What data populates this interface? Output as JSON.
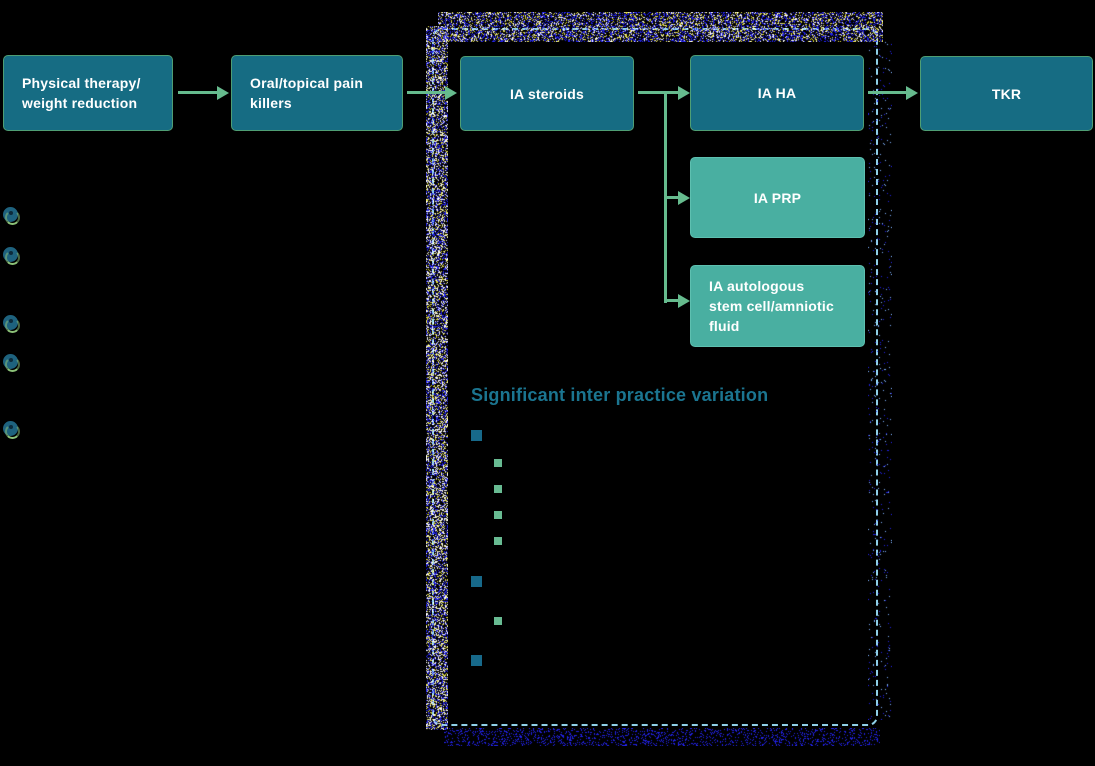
{
  "palette": {
    "background": "#000000",
    "box_dark_fill": "#166C83",
    "box_dark_border": "#4F9E74",
    "box_teal_fill": "#49AFA1",
    "box_teal_border": "#5EC0B0",
    "arrow_green": "#66BB8E",
    "panel_dashed_border": "#8FD0E8",
    "panel_title_color": "#1B7590",
    "bullet_level1_color": "#17698A",
    "bullet_level2_color": "#68BB92",
    "box_text_color": "#FFFFFF",
    "noise_blue": "#2222E8",
    "noise_white": "#FFFFFF",
    "noise_yellow": "#E3DE3C",
    "noise_lightblue": "#7FB3FF"
  },
  "flowchart": {
    "boxes": [
      {
        "id": "physical-therapy",
        "label": "Physical therapy/\nweight reduction"
      },
      {
        "id": "oral-topical-painkillers",
        "label": "Oral/topical pain\nkillers"
      },
      {
        "id": "ia-steroids",
        "label": "IA steroids"
      },
      {
        "id": "ia-ha",
        "label": "IA HA"
      },
      {
        "id": "tkr",
        "label": "TKR"
      },
      {
        "id": "ia-prp",
        "label": "IA PRP"
      },
      {
        "id": "ia-autologous",
        "label": "IA autologous\nstem cell/amniotic\nfluid"
      }
    ]
  },
  "panel": {
    "title": "Significant inter practice variation",
    "bullets": [
      {
        "level": 1
      },
      {
        "level": 2
      },
      {
        "level": 2
      },
      {
        "level": 2
      },
      {
        "level": 2
      },
      {
        "level": 1
      },
      {
        "level": 2
      },
      {
        "level": 1
      }
    ]
  },
  "left_margin_icons": {
    "icon": "eye-icon",
    "count": 5
  }
}
